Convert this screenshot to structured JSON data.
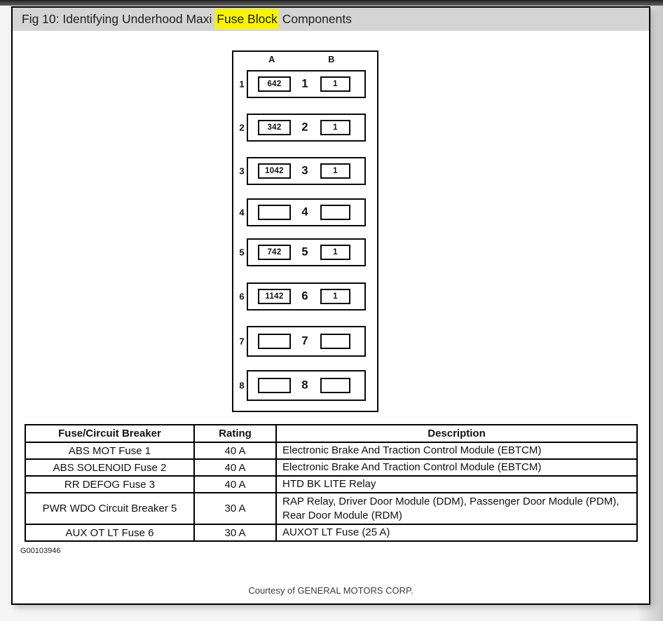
{
  "title": {
    "prefix": "Fig 10: Identifying Underhood Maxi ",
    "highlight": "Fuse Block",
    "suffix": " Components"
  },
  "diagram": {
    "column_labels": [
      "A",
      "B"
    ],
    "rows": [
      {
        "number": "1",
        "a": "642",
        "b": "1"
      },
      {
        "number": "2",
        "a": "342",
        "b": "1"
      },
      {
        "number": "3",
        "a": "1042",
        "b": "1"
      },
      {
        "number": "4",
        "a": "",
        "b": ""
      },
      {
        "number": "5",
        "a": "742",
        "b": "1"
      },
      {
        "number": "6",
        "a": "1142",
        "b": "1"
      },
      {
        "number": "7",
        "a": "",
        "b": ""
      },
      {
        "number": "8",
        "a": "",
        "b": ""
      }
    ]
  },
  "table": {
    "headers": [
      "Fuse/Circuit Breaker",
      "Rating",
      "Description"
    ],
    "rows": [
      {
        "fuse": "ABS MOT Fuse 1",
        "rating": "40 A",
        "description": "Electronic Brake And Traction Control Module (EBTCM)"
      },
      {
        "fuse": "ABS SOLENOID Fuse 2",
        "rating": "40 A",
        "description": "Electronic Brake And Traction Control Module (EBTCM)"
      },
      {
        "fuse": "RR DEFOG Fuse 3",
        "rating": "40 A",
        "description": "HTD BK LITE Relay"
      },
      {
        "fuse": "PWR WDO Circuit Breaker 5",
        "rating": "30 A",
        "description": "RAP Relay, Driver Door Module (DDM), Passenger Door Module (PDM), Rear Door Module (RDM)"
      },
      {
        "fuse": "AUX OT LT Fuse 6",
        "rating": "30 A",
        "description": "AUXOT LT Fuse (25 A)"
      }
    ]
  },
  "footer": {
    "figure_id": "G00103946",
    "courtesy": "Courtesy of GENERAL MOTORS CORP."
  },
  "colors": {
    "highlight": "#F8F400",
    "title_bar_bg": "#D4D4D4",
    "line": "#000000",
    "page_bg": "#FFFFFF"
  }
}
